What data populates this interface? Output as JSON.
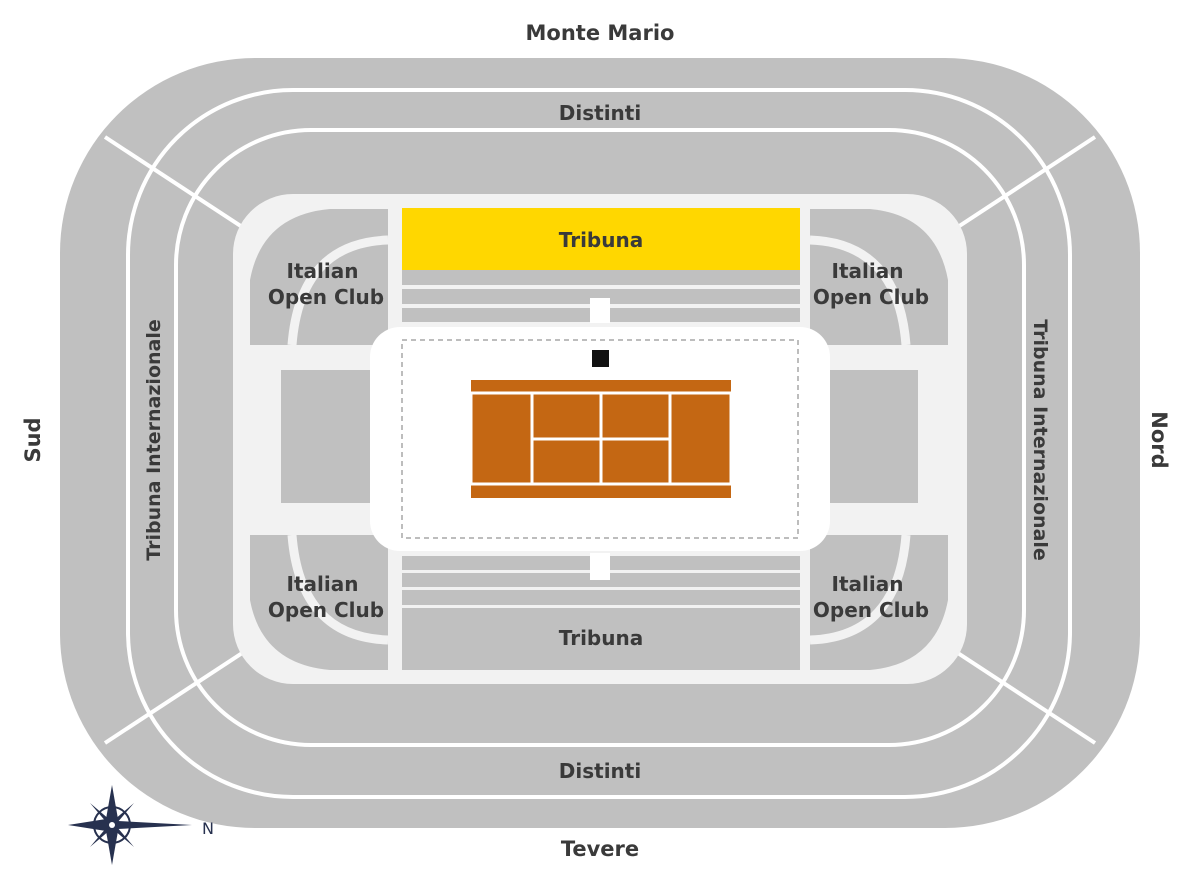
{
  "colors": {
    "section": "#c0c0c0",
    "divider": "#ffffff",
    "plaza": "#f2f2f2",
    "highlight": "#ffd700",
    "court": "#c46713",
    "court_lines": "#ffffff",
    "label": "#3a3a3a",
    "compass": "#27314f"
  },
  "orientation": {
    "top": "Monte Mario",
    "bottom": "Tevere",
    "left": "Sud",
    "right": "Nord"
  },
  "sections": {
    "distinti_north": "Distinti",
    "distinti_south": "Distinti",
    "tribuna_internazionale_left": "Tribuna Internazionale",
    "tribuna_internazionale_right": "Tribuna Internazionale",
    "tribuna_top": "Tribuna",
    "tribuna_bottom": "Tribuna",
    "club_top_left": [
      "Italian",
      "Open Club"
    ],
    "club_top_right": [
      "Italian",
      "Open Club"
    ],
    "club_bottom_left": [
      "Italian",
      "Open Club"
    ],
    "club_bottom_right": [
      "Italian",
      "Open Club"
    ]
  },
  "selected_section": "tribuna_top",
  "compass": {
    "icon": "compass-rose-icon",
    "north_label": "N"
  }
}
